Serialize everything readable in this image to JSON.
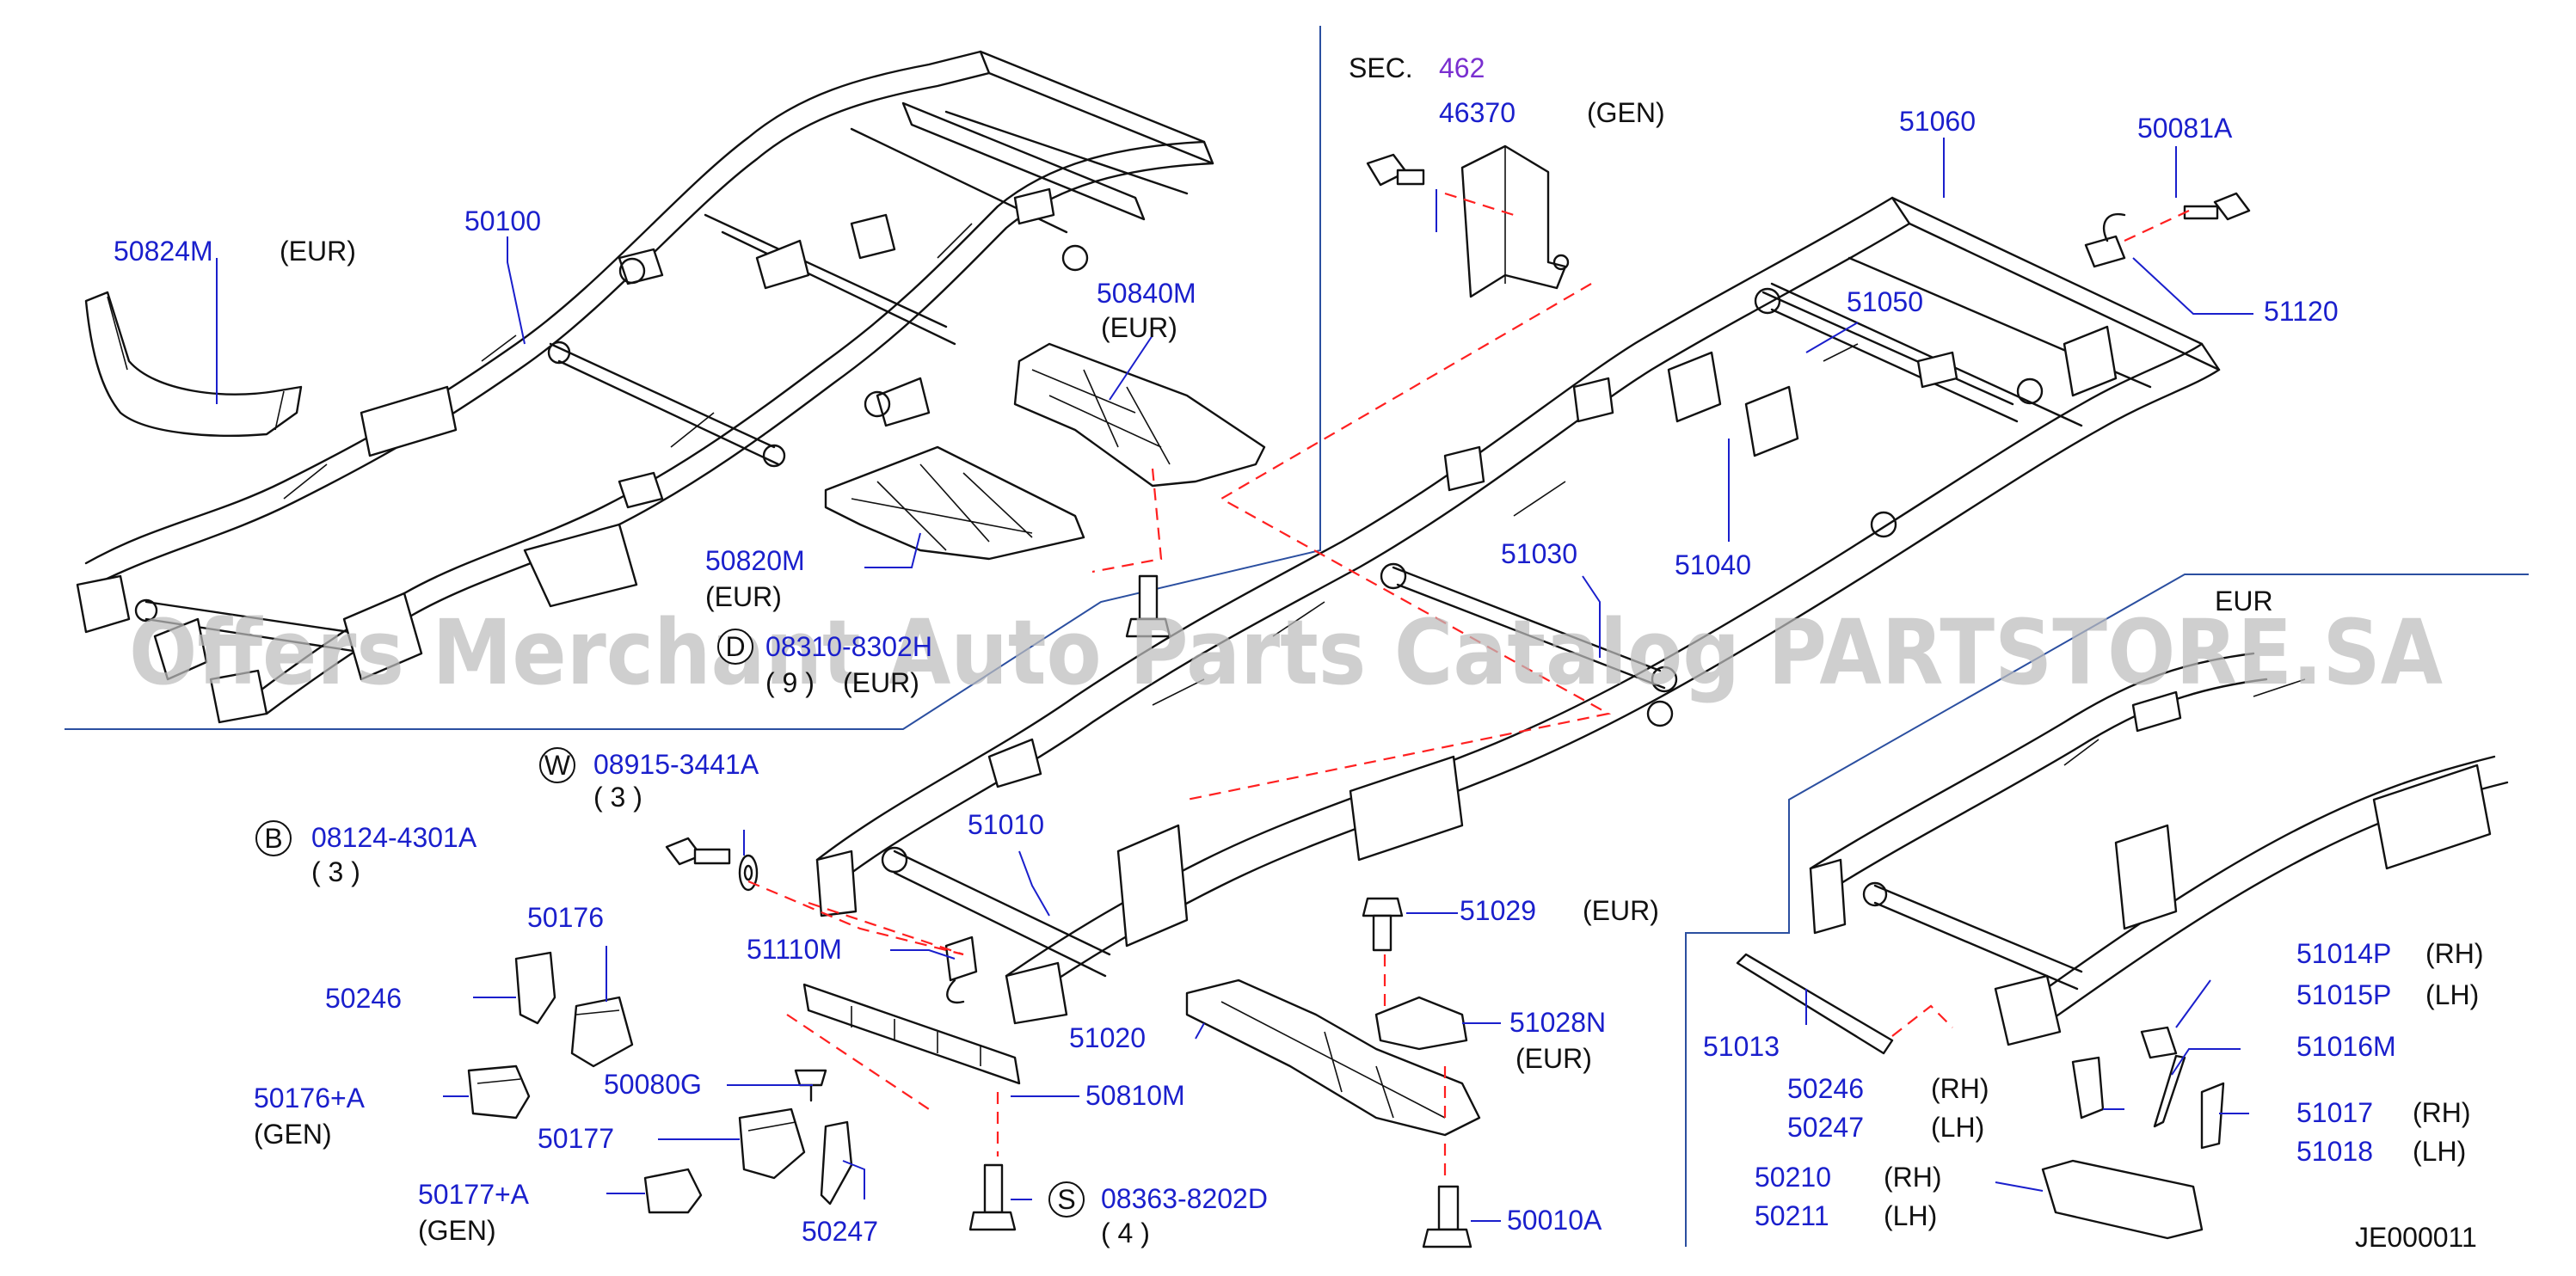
{
  "colors": {
    "part_number": "#1a1fcc",
    "note_text": "#111111",
    "section_ref": "#7a2fd0",
    "dashed_leader": "#ff2020",
    "watermark": "#bdbdbd",
    "section_divider": "#2b4fa0"
  },
  "section": {
    "prefix": "SEC.",
    "number": "462"
  },
  "callouts": [
    {
      "id": "50824M",
      "pn": "50824M",
      "note": "(EUR)"
    },
    {
      "id": "50100",
      "pn": "50100"
    },
    {
      "id": "50840M",
      "pn": "50840M",
      "note": "(EUR)"
    },
    {
      "id": "50820M",
      "pn": "50820M",
      "note": "(EUR)"
    },
    {
      "id": "46370",
      "pn": "46370",
      "note": "(GEN)"
    },
    {
      "id": "51060",
      "pn": "51060"
    },
    {
      "id": "50081A",
      "pn": "50081A"
    },
    {
      "id": "51120",
      "pn": "51120"
    },
    {
      "id": "51050",
      "pn": "51050"
    },
    {
      "id": "51030",
      "pn": "51030"
    },
    {
      "id": "51040",
      "pn": "51040"
    },
    {
      "id": "51010",
      "pn": "51010"
    },
    {
      "id": "51110M",
      "pn": "51110M"
    },
    {
      "id": "51029",
      "pn": "51029",
      "note": "(EUR)"
    },
    {
      "id": "51028N",
      "pn": "51028N",
      "note": "(EUR)"
    },
    {
      "id": "51020",
      "pn": "51020"
    },
    {
      "id": "50810M",
      "pn": "50810M"
    },
    {
      "id": "50010A",
      "pn": "50010A"
    },
    {
      "id": "50176",
      "pn": "50176"
    },
    {
      "id": "50246",
      "pn": "50246"
    },
    {
      "id": "50080G",
      "pn": "50080G"
    },
    {
      "id": "50176A",
      "pn": "50176+A",
      "note": "(GEN)"
    },
    {
      "id": "50177",
      "pn": "50177"
    },
    {
      "id": "50177A",
      "pn": "50177+A",
      "note": "(GEN)"
    },
    {
      "id": "50247",
      "pn": "50247"
    },
    {
      "id": "51013",
      "pn": "51013"
    },
    {
      "id": "50246r",
      "pn": "50246",
      "note": "(RH)"
    },
    {
      "id": "50247r",
      "pn": "50247",
      "note": "(LH)"
    },
    {
      "id": "50210",
      "pn": "50210",
      "note": "(RH)"
    },
    {
      "id": "50211",
      "pn": "50211",
      "note": "(LH)"
    },
    {
      "id": "51014P",
      "pn": "51014P",
      "note": "(RH)"
    },
    {
      "id": "51015P",
      "pn": "51015P",
      "note": "(LH)"
    },
    {
      "id": "51016M",
      "pn": "51016M"
    },
    {
      "id": "51017",
      "pn": "51017",
      "note": "(RH)"
    },
    {
      "id": "51018",
      "pn": "51018",
      "note": "(LH)"
    }
  ],
  "fasteners": [
    {
      "id": "W",
      "letter": "W",
      "pn": "08915-3441A",
      "qty": "( 3 )"
    },
    {
      "id": "B",
      "letter": "B",
      "pn": "08124-4301A",
      "qty": "( 3 )"
    },
    {
      "id": "S",
      "letter": "S",
      "pn": "08363-8202D",
      "qty": "( 4 )"
    },
    {
      "id": "D",
      "letter": "D",
      "pn": "08310-8302H",
      "qty": "( 9 )",
      "note": "(EUR)"
    }
  ],
  "eur_inset_label": "EUR",
  "watermark": "Offers Merchant Auto Parts Catalog PARTSTORE.SA",
  "diagram_code": "JE000011"
}
